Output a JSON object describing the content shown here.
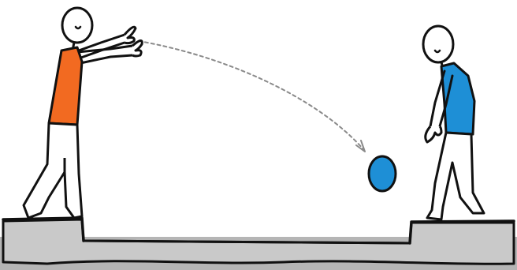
{
  "colors": {
    "background": "#ffffff",
    "outline": "#111111",
    "ground_fill": "#c9c9c9",
    "ground_shadow": "#b5b5b5",
    "left_shirt": "#f26a21",
    "right_shirt": "#1e8fd6",
    "ball": "#1e8fd6",
    "trajectory": "#8a8a8a"
  },
  "scene": {
    "left_figure": {
      "pose": "throwing",
      "shirt_color": "#f26a21"
    },
    "right_figure": {
      "pose": "waiting",
      "shirt_color": "#1e8fd6"
    },
    "ball": {
      "color": "#1e8fd6"
    },
    "trajectory": {
      "style": "dashed-arc"
    }
  }
}
